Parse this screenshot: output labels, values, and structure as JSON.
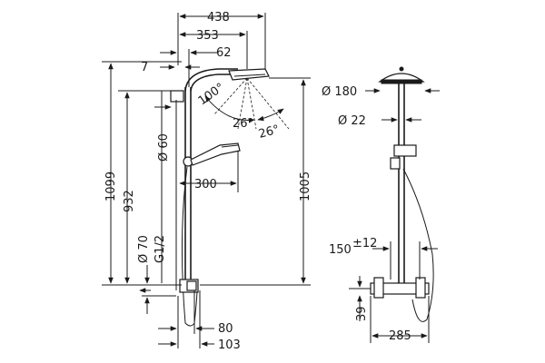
{
  "dimensions": {
    "width_438": "438",
    "width_353": "353",
    "width_62": "62",
    "offset_7": "7",
    "angle_100": "100°",
    "angle_26a": "26°",
    "angle_26b": "26°",
    "dia_60": "Ø 60",
    "height_1099": "1099",
    "height_932": "932",
    "height_1005": "1005",
    "reach_300": "300",
    "dia_70": "Ø 70",
    "thread_g12": "G1/2",
    "depth_80": "80",
    "depth_103": "103",
    "dia_180": "Ø 180",
    "dia_22": "Ø 22",
    "centers_150": "150",
    "tolerance_12": "±12",
    "height_39": "39",
    "width_285": "285"
  }
}
